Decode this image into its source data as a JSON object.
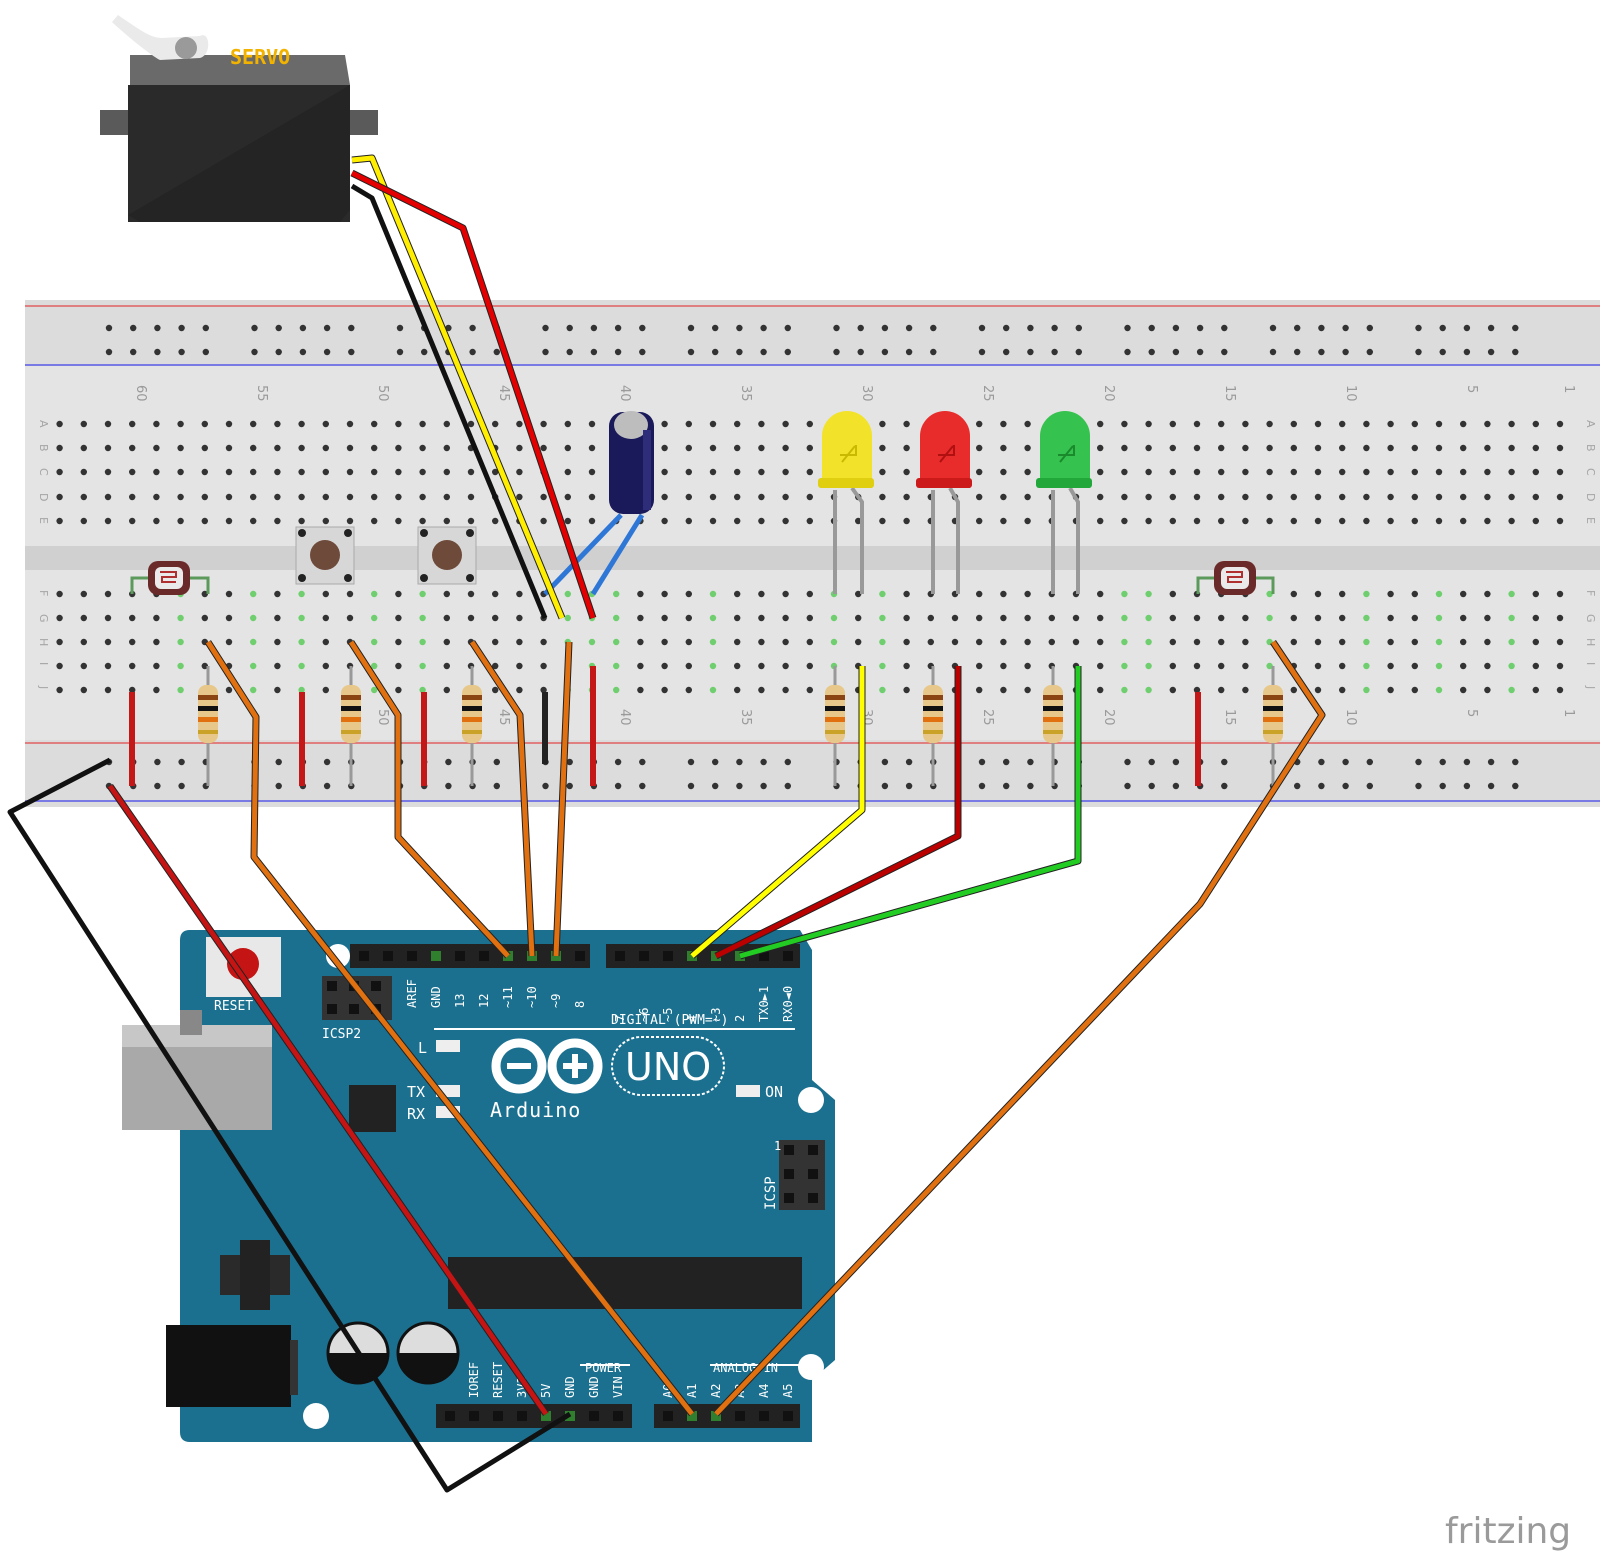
{
  "servo": {
    "label": "SERVO"
  },
  "breadboard": {
    "column_numbers_top": [
      "60",
      "55",
      "50",
      "45",
      "40",
      "35",
      "30",
      "25",
      "20",
      "15",
      "10",
      "5",
      "1"
    ],
    "column_numbers_bottom": [
      "50",
      "45",
      "40",
      "35",
      "30",
      "25",
      "20",
      "15",
      "10",
      "5",
      "1"
    ],
    "row_letters_top": [
      "A",
      "B",
      "C",
      "D",
      "E"
    ],
    "row_letters_bottom": [
      "F",
      "G",
      "H",
      "I",
      "J"
    ]
  },
  "arduino": {
    "reset_label": "RESET",
    "icsp2_label": "ICSP2",
    "icsp_label": "ICSP",
    "icsp_pin1": "1",
    "digital_label": "DIGITAL (PWM=~)",
    "led_l": "L",
    "tx": "TX",
    "rx": "RX",
    "on": "ON",
    "brand": "Arduino",
    "model": "UNO",
    "power_label": "POWER",
    "analog_label": "ANALOG IN",
    "digital_pins": [
      "AREF",
      "GND",
      "13",
      "12",
      "~11",
      "~10",
      "~9",
      "8",
      "7",
      "~6",
      "~5",
      "4",
      "~3",
      "2",
      "TX0►1",
      "RX0◄0"
    ],
    "power_pins": [
      "IOREF",
      "RESET",
      "3V3",
      "5V",
      "GND",
      "GND",
      "VIN"
    ],
    "analog_pins": [
      "A0",
      "A1",
      "A2",
      "A3",
      "A4",
      "A5"
    ]
  },
  "watermark": "fritzing",
  "colors": {
    "board": "#1b7090",
    "breadboard": "#e6e6e6",
    "wire_red": "#e00000",
    "wire_black": "#111111",
    "wire_yellow": "#ffff00",
    "wire_orange": "#e07010",
    "wire_green": "#22cc22",
    "wire_dark_red": "#bb0000"
  }
}
